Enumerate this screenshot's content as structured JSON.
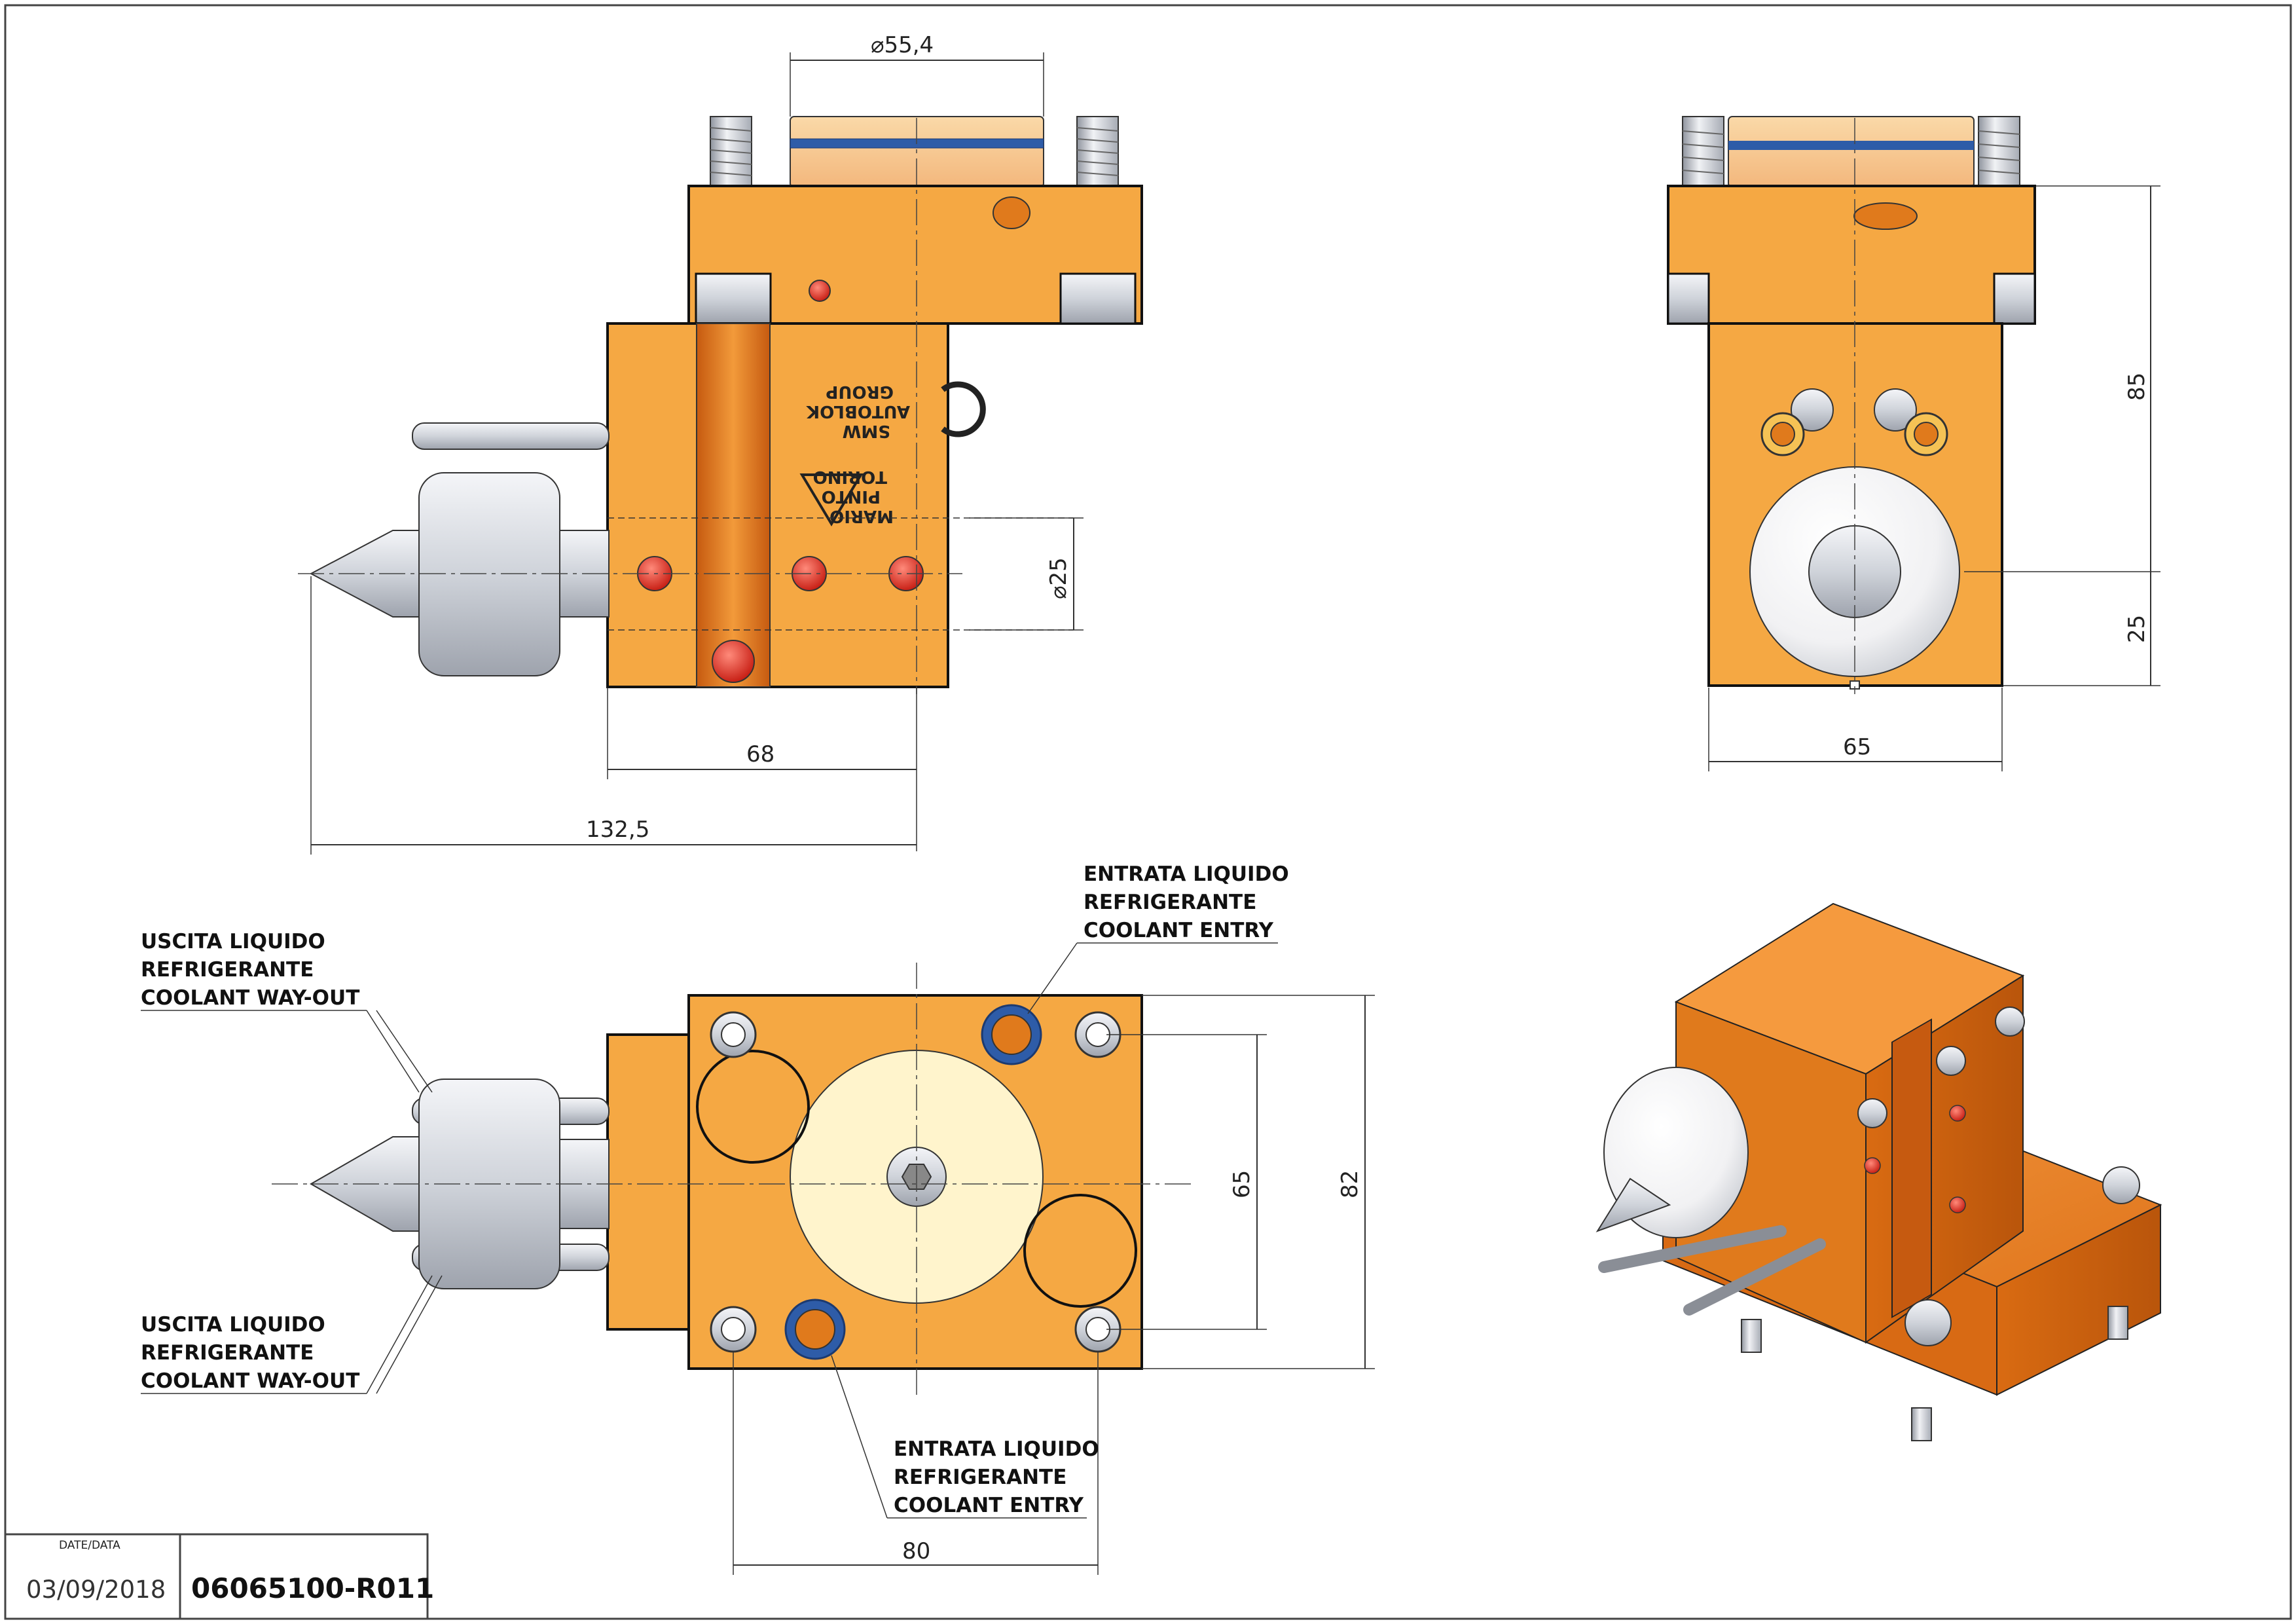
{
  "dimensions": {
    "flange_diameter": "55,4",
    "shank_diameter": "25",
    "body_width_front": "68",
    "overall_length": "132,5",
    "side_height_upper": "85",
    "side_height_lower": "25",
    "side_width": "65",
    "top_hole_spacing_y": "65",
    "top_height": "82",
    "top_width": "80"
  },
  "dimension_prefix": {
    "diameter_symbol": "⌀"
  },
  "annotations": {
    "coolant_entry_top": [
      "ENTRATA LIQUIDO",
      "REFRIGERANTE",
      "COOLANT ENTRY"
    ],
    "coolant_out_upper": [
      "USCITA LIQUIDO",
      "REFRIGERANTE",
      "COOLANT WAY-OUT"
    ],
    "coolant_out_lower": [
      "USCITA LIQUIDO",
      "REFRIGERANTE",
      "COOLANT WAY-OUT"
    ],
    "coolant_entry_bottom": [
      "ENTRATA LIQUIDO",
      "REFRIGERANTE",
      "COOLANT ENTRY"
    ]
  },
  "engraving": {
    "smw_logo": [
      "SMW",
      "AUTOBLOK",
      "GROUP"
    ],
    "mario_pinto_logo": [
      "MARIO",
      "PINTO",
      "TORINO"
    ]
  },
  "title_block": {
    "date_label": "DATE/DATA",
    "date_value": "03/09/2018",
    "part_number": "06065100-R011"
  },
  "colors": {
    "body_orange": "#F5A843",
    "body_orange_dark": "#E07A1C",
    "steel": "#D9DCE2",
    "cap_orange": "#F8CC8A",
    "seal_blue": "#2E5CA8",
    "screw_red": "#E23A2A",
    "face_cream": "#FFF4CC"
  }
}
